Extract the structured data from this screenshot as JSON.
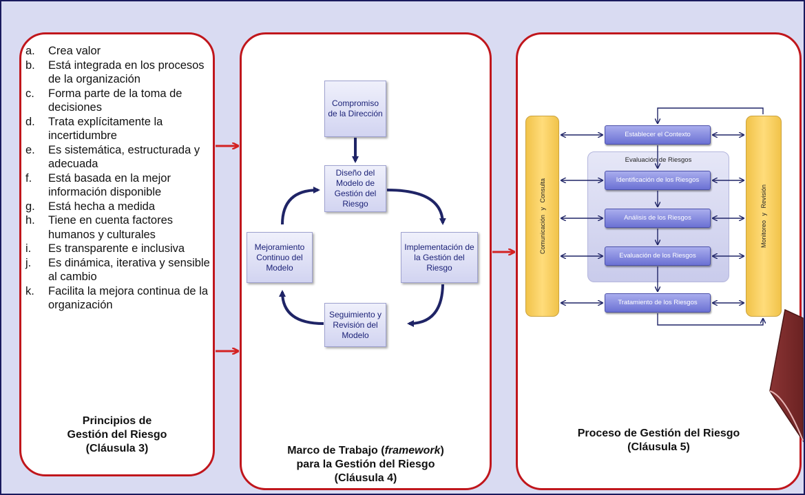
{
  "principles": {
    "items": [
      {
        "letter": "a.",
        "text": "Crea valor"
      },
      {
        "letter": "b.",
        "text": "Está integrada en los procesos de la organización"
      },
      {
        "letter": "c.",
        "text": "Forma parte de la toma de decisiones"
      },
      {
        "letter": "d.",
        "text": "Trata explícitamente la incertidumbre"
      },
      {
        "letter": "e.",
        "text": "Es sistemática, estructurada y adecuada"
      },
      {
        "letter": "f.",
        "text": "Está basada en la mejor información disponible"
      },
      {
        "letter": "g.",
        "text": "Está hecha a medida"
      },
      {
        "letter": "h.",
        "text": "Tiene en cuenta factores humanos y culturales"
      },
      {
        "letter": "i.",
        "text": "Es transparente e inclusiva"
      },
      {
        "letter": "j.",
        "text": "Es dinámica, iterativa y sensible al cambio"
      },
      {
        "letter": "k.",
        "text": "Facilita la mejora continua de la organización"
      }
    ],
    "title_line1": "Principios de",
    "title_line2": "Gestión del Riesgo",
    "title_line3": "(Cláusula 3)"
  },
  "framework": {
    "box_commitment": "Compromiso de la Dirección",
    "box_design": "Diseño del Modelo de Gestión del Riesgo",
    "box_implementation": "Implementación de la Gestión del Riesgo",
    "box_monitoring": "Seguimiento y Revisión del Modelo",
    "box_improvement": "Mejoramiento Continuo del Modelo",
    "title_prefix": "Marco de Trabajo (",
    "title_italic": "framework",
    "title_suffix": ")",
    "title_line2": "para la Gestión del Riesgo",
    "title_line3": "(Cláusula 4)"
  },
  "process": {
    "left_bar": "Comunicación y Consulta",
    "right_bar": "Monitoreo y Revisión",
    "context": "Establecer el Contexto",
    "evaluation_group": "Evaluación de Riesgos",
    "identification": "Identificación de los Riesgos",
    "analysis": "Análisis de los Riesgos",
    "evaluation": "Evaluación de los Riesgos",
    "treatment": "Tratamiento de los Riesgos",
    "title_line1": "Proceso de Gestión del Riesgo",
    "title_line2": "(Cláusula 5)"
  },
  "colors": {
    "background": "#d9dbf2",
    "panel_border": "#c0161c",
    "connector_arrow": "#d42222",
    "cycle_arrow": "#1f2466",
    "process_box": "#7a80dd",
    "side_bar": "#f6c954",
    "book": "#7d2c2c"
  }
}
